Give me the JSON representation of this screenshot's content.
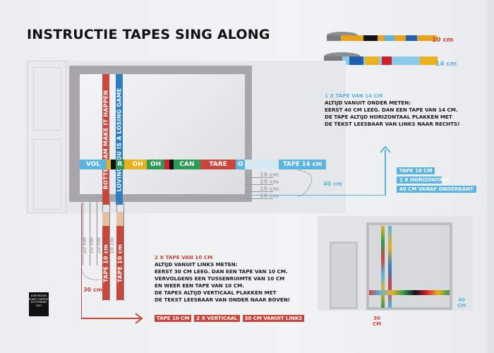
{
  "title": "INSTRUCTIE TAPES SING ALONG",
  "colors": {
    "blue": "#5ab4de",
    "red": "#c8473d",
    "tape_brown": "#e2bfa5",
    "frame": "#a8a5ab"
  },
  "rolls": [
    {
      "size": "10 cm",
      "color": "#c8473d"
    },
    {
      "size": "14 cm",
      "color": "#5ab4de"
    }
  ],
  "horizontal_tape": {
    "segments": [
      {
        "text": "VOL",
        "bg": "#5ab4de"
      },
      {
        "text": "",
        "bg": "#e8b21e"
      },
      {
        "text": "",
        "bg": "#111"
      },
      {
        "text": "R",
        "bg": "#2e9a55"
      },
      {
        "text": "",
        "bg": "#e8b21e"
      },
      {
        "text": "OH",
        "bg": "#e8b21e"
      },
      {
        "text": "OH",
        "bg": "#2e9a55"
      },
      {
        "text": "",
        "bg": "#d02030"
      },
      {
        "text": "",
        "bg": "#111"
      },
      {
        "text": "CAN",
        "bg": "#2e9a55"
      },
      {
        "text": "TARE",
        "bg": "#c8473d"
      },
      {
        "text": "O",
        "bg": "#5ab4de"
      }
    ],
    "label": "TAPE 14 cm",
    "spacing_labels": [
      "10 cm",
      "10 cm",
      "10 cm",
      "10 cm"
    ],
    "distance_label": "40 cm"
  },
  "vertical_tapes": [
    {
      "text": "ROTTERDAM MAKE IT HAPPEN",
      "bg": "#c8473d"
    },
    {
      "text": "LOVING YOU IS A LOSING GAME",
      "bg": "#2f7fc0"
    }
  ],
  "vertical_placeholders": {
    "label": "TAPE 10 cm",
    "spacing_labels": [
      "10 cm",
      "10 cm",
      "10 cm",
      "10 cm"
    ],
    "distance_label": "30 cm"
  },
  "instructions_14": {
    "heading": "1 X TAPE VAN 14 CM",
    "lines": [
      "ALTIJD VANUIT ONDER METEN:",
      "EERST 40 CM LEEG. DAN EEN TAPE VAN 14 CM.",
      "DE TAPE ALTIJD HORIZONTAAL PLAKKEN MET",
      "DE TEKST LEESBAAR VAN LINKS NAAR RECHTS!"
    ],
    "tags": [
      "TAPE 10 CM",
      "1 X HORIZONTAAL",
      "40 CM VANAF ONDERKANT"
    ]
  },
  "instructions_10": {
    "heading": "2 X TAPE VAN 10 CM",
    "lines": [
      "ALTIJD VANUIT LINKS METEN:",
      "EERST 30 CM LEEG. DAN EEN TAPE VAN 10 CM.",
      "VERVOLGENS EEN TUSSENRUIMTE VAN 10 CM",
      "EN WEER EEN TAPE VAN 10 CM.",
      "DE TAPES ALTIJD VERTICAAL PLAKKEN MET",
      "DE TEKST LEESBAAR VAN ONDER NAAR BOVEN!"
    ],
    "tags": [
      "TAPE 10 CM",
      "2 X VERTICAAL",
      "30 CM VANUIT LINKS"
    ]
  },
  "logo": {
    "text": "EUROVISION SONG CONTEST ROTTERDAM 2021"
  },
  "example": {
    "label_30": "30 CM",
    "label_40": "40 CM"
  }
}
